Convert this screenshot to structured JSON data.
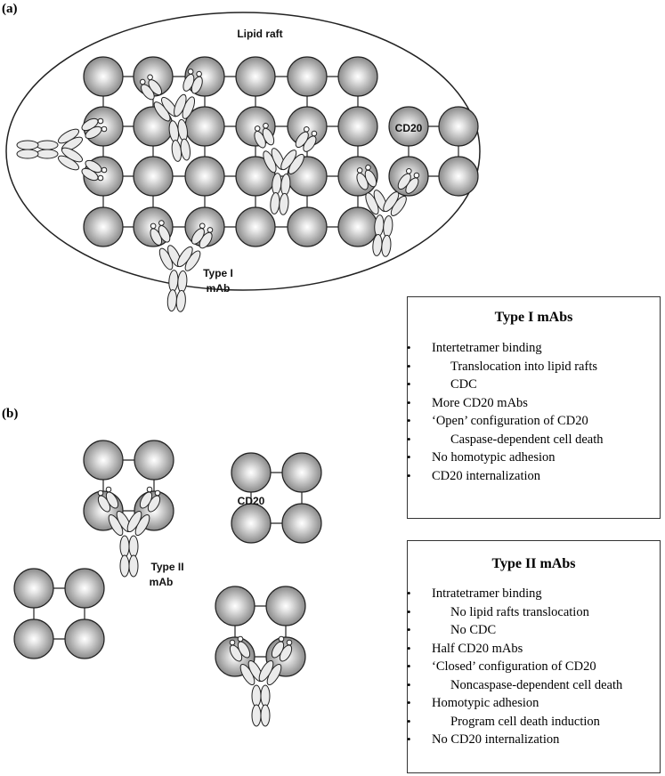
{
  "panel_a": {
    "label": "(a)",
    "raft_label": "Lipid raft",
    "cd20_label": "CD20",
    "mab_label_line1": "Type I",
    "mab_label_line2": "mAb"
  },
  "panel_b": {
    "label": "(b)",
    "cd20_label": "CD20",
    "mab_label_line1": "Type II",
    "mab_label_line2": "mAb"
  },
  "type1_box": {
    "title": "Type I mAbs",
    "items": [
      {
        "text": "Intertetramer binding",
        "level": 0
      },
      {
        "text": "Translocation into lipid rafts",
        "level": 1
      },
      {
        "text": "CDC",
        "level": 1
      },
      {
        "text": "More CD20 mAbs",
        "level": 0
      },
      {
        "text": "‘Open’ configuration of CD20",
        "level": 0
      },
      {
        "text": "Caspase-dependent cell death",
        "level": 1
      },
      {
        "text": "No homotypic adhesion",
        "level": 0
      },
      {
        "text": "CD20 internalization",
        "level": 0
      }
    ]
  },
  "type2_box": {
    "title": "Type II mAbs",
    "items": [
      {
        "text": "Intratetramer binding",
        "level": 0
      },
      {
        "text": "No lipid rafts translocation",
        "level": 1
      },
      {
        "text": "No CDC",
        "level": 1
      },
      {
        "text": "Half CD20 mAbs",
        "level": 0
      },
      {
        "text": "‘Closed’ configuration of CD20",
        "level": 0
      },
      {
        "text": "Noncaspase-dependent cell death",
        "level": 1
      },
      {
        "text": "Homotypic adhesion",
        "level": 0
      },
      {
        "text": "Program cell death induction",
        "level": 1
      },
      {
        "text": "No CD20 internalization",
        "level": 0
      }
    ]
  }
}
